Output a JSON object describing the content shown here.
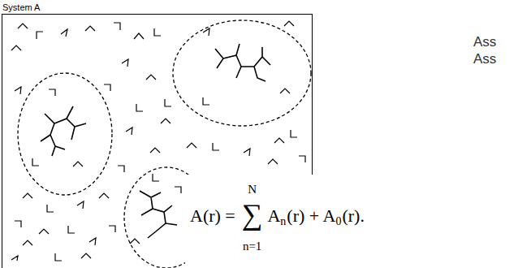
{
  "diagram": {
    "nodes": [
      {
        "text": [
          "System A"
        ]
      }
    ],
    "labels": [
      "Ass",
      "Ass",
      "A(r) =",
      "N",
      "∑",
      "n=1",
      "A",
      "n",
      "(r) + A",
      "0",
      "(r)."
    ]
  }
}
